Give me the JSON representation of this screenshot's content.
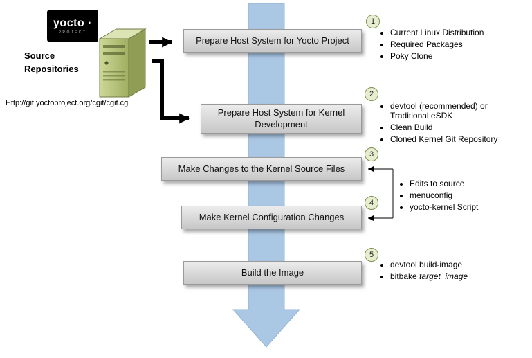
{
  "logo": {
    "text": "yocto ·",
    "sub": "PROJECT"
  },
  "source": {
    "label": "Source Repositories",
    "url": "Http://git.yoctoproject.org/cgit/cgit.cgi"
  },
  "steps": [
    {
      "num": "1",
      "label": "Prepare Host System for Yocto Project",
      "bullets": [
        "Current Linux Distribution",
        "Required Packages",
        "Poky Clone"
      ]
    },
    {
      "num": "2",
      "label": "Prepare Host System for Kernel Development",
      "bullets": [
        "devtool (recommended) or Traditional eSDK",
        "Clean Build",
        "Cloned Kernel Git Repository"
      ]
    },
    {
      "num": "3",
      "label": "Make Changes to the Kernel Source Files"
    },
    {
      "num": "4",
      "label": "Make Kernel Configuration Changes"
    },
    {
      "num": "5",
      "label": "Build the Image",
      "bullets": [
        "devtool build-image",
        "bitbake "
      ],
      "bullets_italic": "target_image"
    }
  ],
  "shared_bullets": [
    "Edits to source",
    "menuconfig",
    "yocto-kernel Script"
  ],
  "colors": {
    "arrow_blue": "#aac7e4",
    "circle_fill": "#e7edcf",
    "circle_border": "#7d8f4e",
    "server_green": "#aebb6d",
    "box_gray": "#d9d9d9"
  }
}
